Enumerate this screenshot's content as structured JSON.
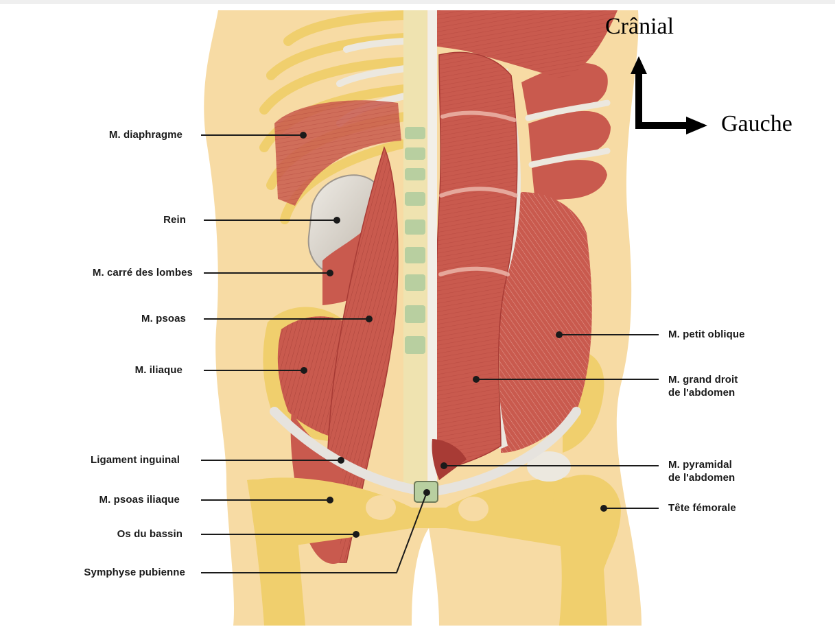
{
  "figure": {
    "palette": {
      "skin": "#f7dba4",
      "bone": "#f0cf6d",
      "bone_light": "#efe3b0",
      "muscle": "#c95a4e",
      "muscle_dark": "#a83b35",
      "tendon": "#e9e5df",
      "kidney": "#d8d2c8",
      "spine_green": "#b8cfa0",
      "line": "#1a1a1a"
    }
  },
  "orientation": {
    "up_label": "Crânial",
    "right_label": "Gauche"
  },
  "labels_left": [
    {
      "id": "diaphragme",
      "text": "M. diaphragme"
    },
    {
      "id": "rein",
      "text": "Rein"
    },
    {
      "id": "carre-lombes",
      "text": "M. carré des lombes"
    },
    {
      "id": "psoas",
      "text": "M. psoas"
    },
    {
      "id": "iliaque",
      "text": "M. iliaque"
    },
    {
      "id": "ligament-inguinal",
      "text": "Ligament inguinal"
    },
    {
      "id": "psoas-iliaque",
      "text": "M. psoas iliaque"
    },
    {
      "id": "os-bassin",
      "text": "Os du bassin"
    },
    {
      "id": "symphyse",
      "text": "Symphyse pubienne"
    }
  ],
  "labels_right": [
    {
      "id": "petit-oblique",
      "lines": [
        "M. petit oblique"
      ]
    },
    {
      "id": "grand-droit",
      "lines": [
        "M. grand droit",
        "de l'abdomen"
      ]
    },
    {
      "id": "pyramidal",
      "lines": [
        "M. pyramidal",
        "de l'abdomen"
      ]
    },
    {
      "id": "tete-femorale",
      "lines": [
        "Tête fémorale"
      ]
    }
  ]
}
